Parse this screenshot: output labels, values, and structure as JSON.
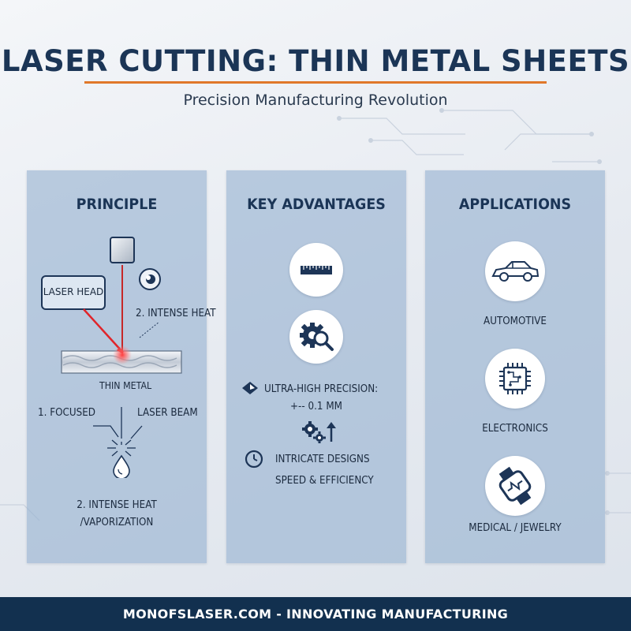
{
  "header": {
    "title": "LASER CUTTING: THIN METAL SHEETS",
    "subtitle": "Precision Manufacturing Revolution"
  },
  "colors": {
    "navy": "#1b3556",
    "accent_orange": "#e0782a",
    "panel_blue": "#96b2d0",
    "laser_red": "#e0242a",
    "footer_bg": "#12304f"
  },
  "principle": {
    "title": "PRINCIPLE",
    "laser_head_label": "LASER HEAD",
    "heat_label": "2. INTENSE HEAT",
    "metal_label": "THIN METAL",
    "focused_label": "1. FOCUSED",
    "beam_label": "LASER BEAM",
    "vapor_line1": "2. INTENSE HEAT",
    "vapor_line2": "/VAPORIZATION",
    "icons": [
      "laser-head-icon",
      "lens-icon",
      "metal-sheet-icon",
      "spark-icon",
      "droplet-icon"
    ]
  },
  "advantages": {
    "title": "KEY ADVANTAGES",
    "precision_line1": "ULTRA-HIGH PRECISION:",
    "precision_line2": "+-- 0.1 MM",
    "intricate": "INTRICATE DESIGNS",
    "speed": "SPEED & EFFICIENCY",
    "icons": [
      "ruler-icon",
      "gear-magnifier-icon",
      "diamond-icon",
      "gears-up-arrow-icon",
      "clock-icon"
    ]
  },
  "applications": {
    "title": "APPLICATIONS",
    "items": [
      {
        "label": "AUTOMOTIVE",
        "icon": "car-icon"
      },
      {
        "label": "ELECTRONICS",
        "icon": "chip-icon"
      },
      {
        "label": "MEDICAL / JEWELRY",
        "icon": "watch-icon"
      }
    ]
  },
  "footer": {
    "text": "MONOFSLASER.COM - INNOVATING MANUFACTURING"
  }
}
